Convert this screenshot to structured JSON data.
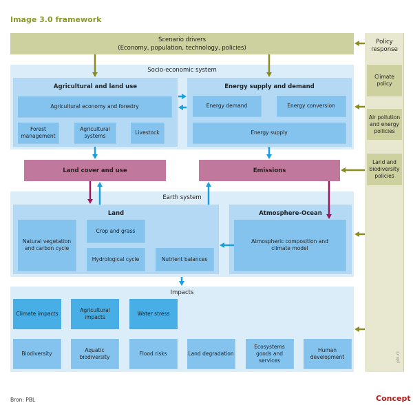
{
  "title": "Image 3.0 framework",
  "scenario_drivers": {
    "line1": "Scenario drivers",
    "line2": "(Economy, population, technology, policies)"
  },
  "policy_response": {
    "title": "Policy response",
    "items": [
      "Climate policy",
      "Air pollution and energy pollicies",
      "Land and biodiversity policies"
    ]
  },
  "socio_economic": {
    "label": "Socio-economic system",
    "agri": {
      "title": "Agricultural and land use",
      "economy": "Agricultural economy and forestry",
      "items": [
        "Forest management",
        "Agricultural systems",
        "Livestock"
      ]
    },
    "energy": {
      "title": "Energy supply and demand",
      "demand": "Energy demand",
      "conversion": "Energy conversion",
      "supply": "Energy supply"
    }
  },
  "land_cover": "Land cover and use",
  "emissions": "Emissions",
  "earth_system": {
    "label": "Earth system",
    "land": {
      "title": "Land",
      "items": [
        "Natural vegetation and carbon cycle",
        "Crop and grass",
        "Hydrological cycle",
        "Nutrient balances"
      ]
    },
    "atmo": {
      "title": "Atmosphere-Ocean",
      "model": "Atmospheric composition and climate model"
    }
  },
  "impacts": {
    "label": "Impacts",
    "row1": [
      "Climate impacts",
      "Agricultural impacts",
      "Water stress"
    ],
    "row2": [
      "Biodiversity",
      "Aquatic biodiversity",
      "Flood risks",
      "Land degradation",
      "Ecosystems goods and services",
      "Human development"
    ]
  },
  "source": "Bron: PBL",
  "status": "Concept",
  "watermark": "pbl.nl",
  "colors": {
    "olive_arrow": "#8b8b1e",
    "blue_arrow": "#1a9ee0",
    "magenta_arrow": "#a0155f",
    "title": "#8b9a2a",
    "concept": "#b0201c"
  }
}
